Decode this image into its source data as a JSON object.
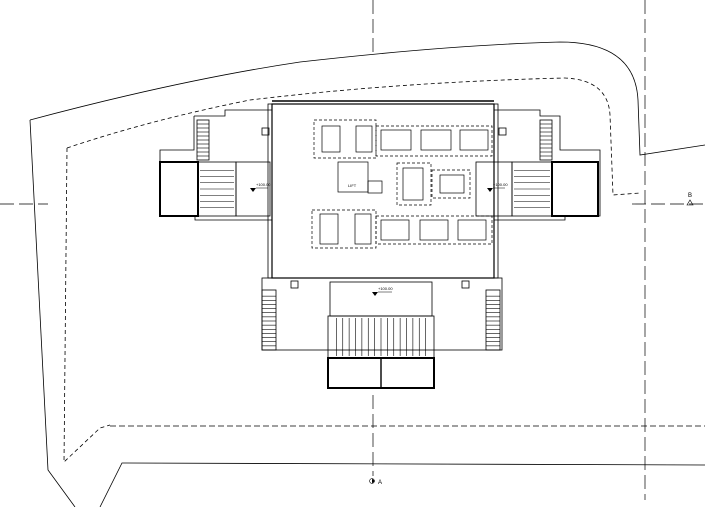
{
  "drawing": {
    "type": "architectural-site-plan",
    "lift_label": "LIFT",
    "level_marks": {
      "west": "+100.00",
      "east": "+100.00",
      "south": "+100.00"
    },
    "section_markers": {
      "bottom": "A",
      "right": "B"
    },
    "colors": {
      "line": "#000000",
      "background": "#ffffff"
    }
  }
}
